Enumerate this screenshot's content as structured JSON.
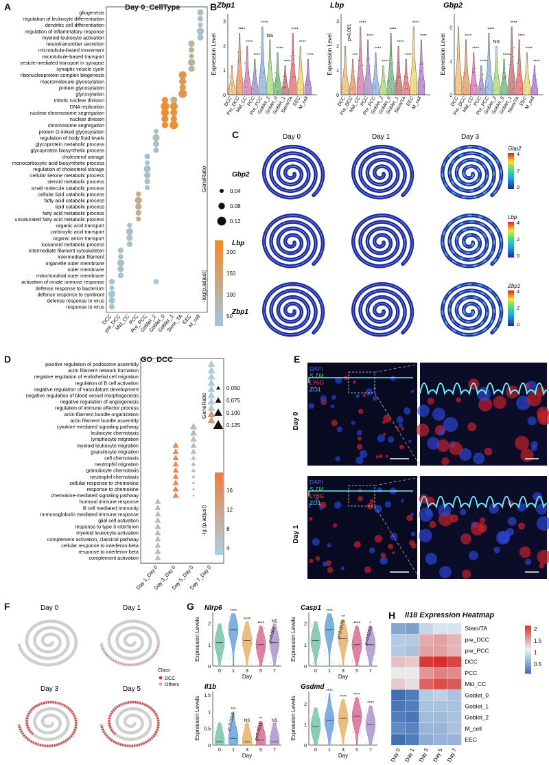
{
  "panelA": {
    "letter": "A",
    "title": "Day 0_CellType",
    "terms": [
      "gliogenesis",
      "regulation of leukocyte differentiation",
      "dendritic cell differentiation",
      "regulation of inflammatory response",
      "myeloid leukocyte activation",
      "neurotransmitter secretion",
      "microtubule-based movement",
      "microtubule-based transport",
      "vesicle-mediated transport in synapse",
      "synaptic vesicle cycle",
      "ribonucleoprotein complex biogenesis",
      "macromolecule glycosylation",
      "protein glycosylation",
      "glycosylation",
      "mitotic nuclear division",
      "DNA replication",
      "nuclear chromosome segregation",
      "nuclear division",
      "chromosome segregation",
      "protein O-linked glycosylation",
      "regulation of body fluid levels",
      "glycoprotein metabolic process",
      "glycoprotein biosynthetic process",
      "cholesterol storage",
      "monocarboxylic acid biosynthetic process",
      "regulation of cholesterol storage",
      "cellular ketone metabolic process",
      "steroid metabolic process",
      "small molecule catabolic process",
      "cellular lipid catabolic process",
      "fatty acid catabolic process",
      "lipid catabolic process",
      "fatty acid metabolic process",
      "unsaturated fatty acid metabolic process",
      "organic acid transport",
      "carboxylic acid transport",
      "organic anion transport",
      "icosanoid metabolic process",
      "intermediate filament cytoskeleton",
      "intermediate filament",
      "organelle outer membrane",
      "outer membrane",
      "mitochondrial outer membrane",
      "activation of innate immune response",
      "defense response to bacterium",
      "defense response to symbiont",
      "defense response to virus",
      "response to virus"
    ],
    "groups": [
      "DCC",
      "pre_DCC",
      "Mid_CC",
      "PCC",
      "Pre_PCC",
      "Goblet_2",
      "Goblet_0",
      "Goblet_1",
      "Stem_TA",
      "EEC",
      "M_cell"
    ],
    "size_legend_title": "GeneRatio",
    "size_legend": [
      "0.04",
      "0.08",
      "0.12"
    ],
    "color_legend_title": "-log(p.adjust)",
    "color_ticks": [
      "50",
      "100",
      "150",
      "200"
    ]
  },
  "panelB": {
    "letter": "B",
    "groups": [
      "DCC",
      "Pre_DCC",
      "Mid_CC",
      "PCC",
      "Pre_PCC",
      "Goblet_2",
      "Goblet_0",
      "Goblet_1",
      "Stem/TA",
      "EEC",
      "M_cell"
    ],
    "ylabel": "Expression Level",
    "colors": [
      "#e8a13a",
      "#e06a1f",
      "#cc3a8e",
      "#7f5bb0",
      "#5a8fd0",
      "#7fce3a",
      "#2c9a3a",
      "#a33232",
      "#d8302f",
      "#e9c12a",
      "#8a3fbf"
    ],
    "genes": [
      {
        "name": "Zbp1",
        "ticks": [
          "0",
          "1",
          "2",
          "3"
        ],
        "max": 3.3,
        "labels": [
          "",
          "****",
          "****",
          "****",
          "****",
          "NS",
          "****",
          "****",
          "****",
          "****",
          "****"
        ]
      },
      {
        "name": "Lbp",
        "ticks": [
          "0",
          "1",
          "2",
          "3"
        ],
        "max": 3.3,
        "pval": "p=0.001",
        "labels": [
          "",
          "***",
          "****",
          "****",
          "****",
          "****",
          "****",
          "****",
          "****",
          "****",
          "****"
        ]
      },
      {
        "name": "Gbp2",
        "ticks": [
          "0",
          "1",
          "2"
        ],
        "max": 2.4,
        "labels": [
          "",
          "****",
          "****",
          "****",
          "****",
          "NS",
          "****",
          "****",
          "****",
          "****",
          "****"
        ]
      }
    ]
  },
  "panelC": {
    "letter": "C",
    "days": [
      "Day 0",
      "Day 1",
      "Day 3"
    ],
    "genes": [
      "Gbp2",
      "Lbp",
      "Zbp1"
    ],
    "scale_ticks": [
      "4",
      "2",
      "0"
    ]
  },
  "panelD": {
    "letter": "D",
    "title": "GO_DCC",
    "terms": [
      "positive regulation of podosome assembly",
      "actin filament network formation",
      "negative regulation of endothelial cell migration",
      "regulation of B cell activation",
      "negative regulation of vasculature development",
      "negative regulation of blood vessel morphogenesis",
      "negative regulation of angiogenesis",
      "regulation of immune effector process",
      "actin filament bundle organization",
      "actin filament bundle assembly",
      "cytokine-mediated signaling pathway",
      "leukocyte chemotaxis",
      "lymphocyte migration",
      "myeloid leukocyte migration",
      "granulocyte migration",
      "cell chemotaxis",
      "neutrophil migration",
      "granulocyte chemotaxis",
      "neutrophil chemotaxis",
      "cellular response to chemokine",
      "response to chemokine",
      "chemokine-mediated signaling pathway",
      "humoral immune response",
      "B cell mediated immunity",
      "immunoglobulin mediated immune response",
      "glial cell activation",
      "response to type II interferon",
      "myeloid leukocyte activation",
      "complement activation, classical pathway",
      "cellular response to interferon-beta",
      "response to interferon-beta",
      "complement activation"
    ],
    "groups": [
      "Day 1_Day 0",
      "Day 3_Day 0",
      "Day 5_Day 0",
      "Day 7_Day 0"
    ],
    "size_legend_title": "GeneRatio",
    "size_legend": [
      "0.050",
      "0.075",
      "0.100",
      "0.125"
    ],
    "color_legend_title": "-lg (p.adjust)",
    "color_ticks": [
      "4",
      "8",
      "12",
      "16"
    ]
  },
  "panelE": {
    "letter": "E",
    "rows": [
      {
        "day": "Day 0",
        "stains": [
          "DAPI",
          "S.TM",
          "LY6G",
          "ZO1"
        ]
      },
      {
        "day": "Day 1",
        "stains": [
          "DAPI",
          "S.TM",
          "LY6G",
          "ZO1"
        ]
      }
    ],
    "stain_colors": [
      "#4a6cff",
      "#3ddc5a",
      "#ff3b3b",
      "#5fe0ff"
    ]
  },
  "panelF": {
    "letter": "F",
    "days": [
      "Day 0",
      "Day 1",
      "Day 3",
      "Day 5"
    ],
    "legend_title": "Class",
    "legend": [
      {
        "label": "DCC",
        "color": "#e23232"
      },
      {
        "label": "Others",
        "color": "#b5b5b5"
      }
    ]
  },
  "panelG": {
    "letter": "G",
    "xlabel": "Day",
    "ylabel": "Expression Levels",
    "days": [
      "0",
      "1",
      "3",
      "5",
      "7"
    ],
    "colors": [
      "#5cb89a",
      "#4a8fd6",
      "#e0a24a",
      "#d24f7e",
      "#9a7fc2"
    ],
    "genes": [
      {
        "name": "Nlrp6",
        "ticks": [
          "0",
          "1",
          "2"
        ],
        "max": 2.5,
        "labels": [
          "",
          "****",
          "****",
          "****",
          "NS"
        ],
        "pvals": [
          "",
          "",
          "",
          "",
          "p=0.066"
        ],
        "medians": [
          1.1,
          1.7,
          1.2,
          1.0,
          1.1
        ]
      },
      {
        "name": "Casp1",
        "ticks": [
          "0",
          "1",
          "2"
        ],
        "max": 2.5,
        "labels": [
          "",
          "****",
          "**",
          "****",
          "*"
        ],
        "pvals": [
          "",
          "",
          "p=0.0070",
          "",
          "p=0.0269"
        ],
        "medians": [
          1.2,
          1.7,
          1.3,
          1.0,
          1.0
        ]
      },
      {
        "name": "Il1b",
        "ticks": [
          "0",
          "0.5",
          "1",
          "1.5"
        ],
        "max": 1.6,
        "labels": [
          "",
          "***",
          "NS",
          "**",
          "NS"
        ],
        "pvals": [
          "",
          "p=0.0006",
          "",
          "p=0.0011",
          ""
        ],
        "medians": [
          0.1,
          0.2,
          0.1,
          0.15,
          0.1
        ]
      },
      {
        "name": "Gsdmd",
        "ticks": [
          "0",
          "1",
          "2"
        ],
        "max": 2.6,
        "labels": [
          "",
          "****",
          "****",
          "****",
          "****"
        ],
        "pvals": [
          "",
          "",
          "",
          "",
          ""
        ],
        "medians": [
          0.9,
          1.2,
          1.3,
          1.4,
          1.0
        ]
      }
    ]
  },
  "panelH": {
    "letter": "H",
    "title": "Il18 Expression Heatmap",
    "rows": [
      "Stem/TA",
      "pre_DCC",
      "pre_PCC",
      "DCC",
      "PCC",
      "Mid_CC",
      "Goblet_0",
      "Goblet_1",
      "Goblet_2",
      "M_cell",
      "EEC"
    ],
    "cols": [
      "Day 0",
      "Day 1",
      "Day 3",
      "Day 5",
      "Day 7"
    ],
    "values": [
      [
        0.6,
        0.55,
        0.95,
        1.05,
        1.05
      ],
      [
        0.85,
        0.85,
        1.5,
        1.55,
        1.45
      ],
      [
        0.85,
        0.8,
        1.55,
        1.55,
        1.45
      ],
      [
        1.4,
        1.35,
        2.05,
        2.1,
        2.0
      ],
      [
        1.2,
        1.2,
        1.6,
        1.7,
        1.65
      ],
      [
        1.35,
        1.25,
        1.85,
        1.95,
        1.9
      ],
      [
        0.2,
        0.3,
        0.85,
        0.9,
        0.8
      ],
      [
        0.25,
        0.3,
        0.8,
        0.8,
        0.8
      ],
      [
        0.3,
        0.25,
        0.75,
        0.75,
        0.8
      ],
      [
        0.4,
        0.35,
        0.7,
        0.7,
        0.8
      ],
      [
        0.2,
        0.3,
        0.65,
        0.7,
        0.7
      ]
    ],
    "legend_ticks": [
      "2",
      "1.5",
      "1",
      "0.5"
    ]
  },
  "chart_data": [
    {
      "type": "scatter",
      "title": "Day 0_CellType",
      "xlabel": "",
      "ylabel": "",
      "legend": [
        "GeneRatio",
        "-log(p.adjust)"
      ]
    },
    {
      "type": "scatter",
      "title": "GO_DCC",
      "xlabel": "",
      "ylabel": "",
      "legend": [
        "GeneRatio",
        "-lg (p.adjust)"
      ]
    },
    {
      "type": "heatmap",
      "title": "Il18 Expression Heatmap",
      "categories": [
        "Day 0",
        "Day 1",
        "Day 3",
        "Day 5",
        "Day 7"
      ]
    }
  ]
}
